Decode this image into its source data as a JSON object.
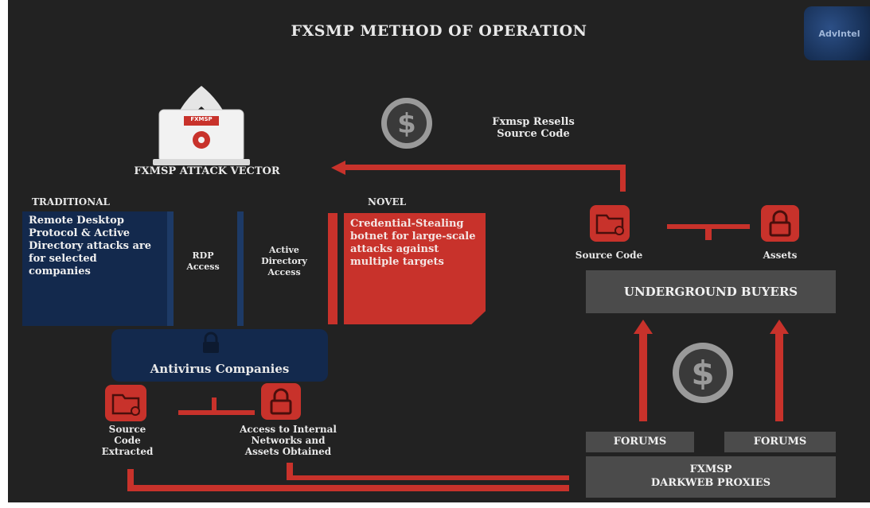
{
  "title": "FXSMP METHOD OF OPERATION",
  "logo_text": "AdvIntel",
  "hacker": {
    "laptop_label": "FXMSP",
    "caption": "FXMSP ATTACK VECTOR"
  },
  "resell": {
    "line1": "Fxmsp Resells",
    "line2": "Source Code"
  },
  "traditional": {
    "heading": "TRADITIONAL",
    "description": "Remote Desktop Protocol & Active Directory attacks are for selected companies",
    "rdp_line1": "RDP",
    "rdp_line2": "Access",
    "ad_line1": "Active",
    "ad_line2": "Directory",
    "ad_line3": "Access"
  },
  "novel": {
    "heading": "NOVEL",
    "description": "Credential-Stealing botnet for large-scale attacks against multiple targets"
  },
  "antivirus": {
    "label": "Antivirus Companies"
  },
  "extracted": {
    "line1": "Source",
    "line2": "Code",
    "line3": "Extracted"
  },
  "access_obtained": {
    "line1": "Access to Internal",
    "line2": "Networks and",
    "line3": "Assets Obtained"
  },
  "buyers": {
    "source_code_label": "Source Code",
    "assets_label": "Assets",
    "box_label": "UNDERGROUND BUYERS"
  },
  "forums": {
    "left": "FORUMS",
    "right": "FORUMS"
  },
  "proxies": {
    "line1": "FXMSP",
    "line2": "DARKWEB PROXIES"
  },
  "colors": {
    "background": "#222222",
    "accent_red": "#c8322b",
    "panel_blue": "#13294d",
    "gray_box": "#4b4b4b"
  }
}
